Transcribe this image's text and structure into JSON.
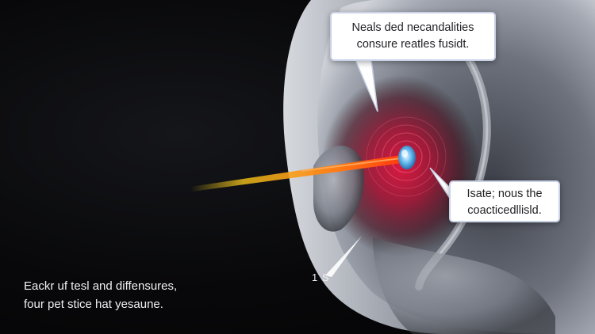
{
  "callouts": {
    "top": {
      "line1": "Neals ded necandalities",
      "line2": "consure reatles fusidt."
    },
    "right": {
      "line1": "Isate; nous the",
      "line2": "coacticedllisld."
    }
  },
  "label_small": "1 S",
  "caption": {
    "line1": "Eackr uf tesl and diffensures,",
    "line2": "four pet stice hat yesaune."
  },
  "colors": {
    "background": "#08080a",
    "ear": "#9aa0ab",
    "ear_canal_glow": "#c8123a",
    "beam_start": "#f5d21e",
    "beam_end": "#ff3a10",
    "focal_point": "#5ab0ea",
    "callout_border": "#c9d2e6"
  }
}
